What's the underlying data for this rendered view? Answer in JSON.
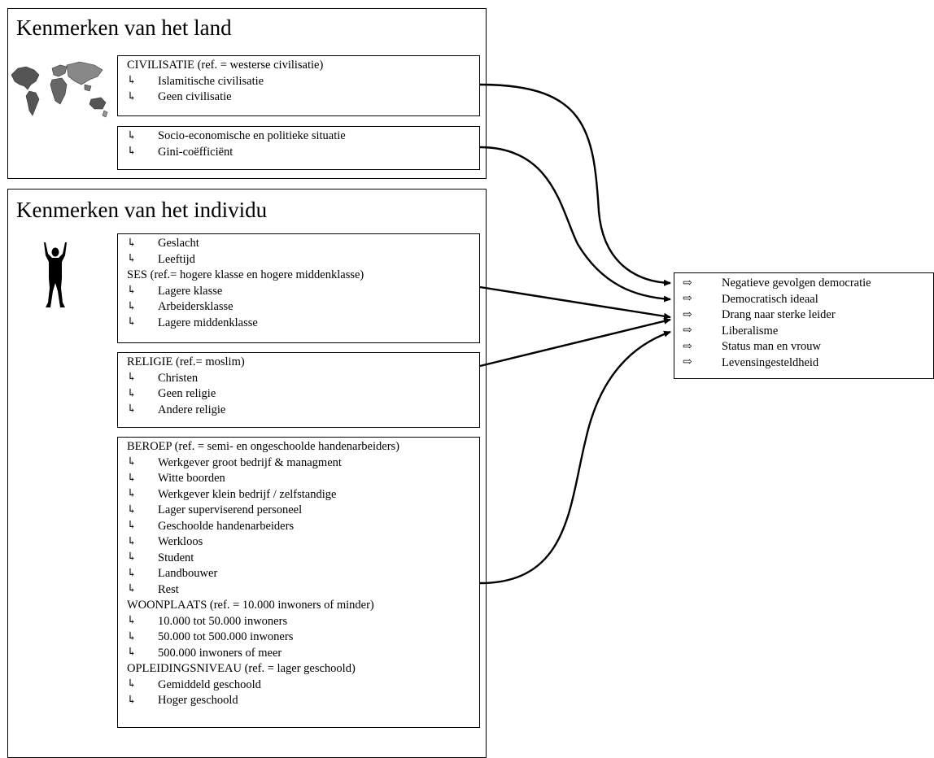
{
  "bullet_icon": "hook-arrow-icon",
  "outcome_icon": "hollow-right-arrow-icon",
  "land": {
    "title": "Kenmerken van het land",
    "civilisatie": {
      "header": "CIVILISATIE (ref. = westerse civilisatie)",
      "items": [
        "Islamitische civilisatie",
        "Geen civilisatie"
      ]
    },
    "socio": {
      "items": [
        "Socio-economische en politieke situatie",
        "Gini-coëfficiënt"
      ]
    }
  },
  "individu": {
    "title": "Kenmerken van het individu",
    "ses_box": {
      "items_top": [
        "Geslacht",
        "Leeftijd"
      ],
      "ses_header": "SES (ref.= hogere klasse en hogere middenklasse)",
      "ses_items": [
        "Lagere klasse",
        "Arbeidersklasse",
        "Lagere middenklasse"
      ]
    },
    "religie": {
      "header": "RELIGIE (ref.= moslim)",
      "items": [
        "Christen",
        "Geen religie",
        "Andere religie"
      ]
    },
    "beroep_box": {
      "beroep_header": "BEROEP (ref. = semi- en ongeschoolde handenarbeiders)",
      "beroep_items": [
        "Werkgever groot bedrijf & managment",
        "Witte boorden",
        "Werkgever klein bedrijf / zelfstandige",
        "Lager superviserend personeel",
        "Geschoolde handenarbeiders",
        "Werkloos",
        "Student",
        "Landbouwer",
        "Rest"
      ],
      "woonplaats_header": "WOONPLAATS (ref. = 10.000 inwoners of minder)",
      "woonplaats_items": [
        "10.000 tot 50.000 inwoners",
        "50.000 tot 500.000 inwoners",
        "500.000 inwoners of meer"
      ],
      "opleiding_header": "OPLEIDINGSNIVEAU (ref. = lager geschoold)",
      "opleiding_items": [
        "Gemiddeld geschoold",
        "Hoger geschoold"
      ]
    }
  },
  "outcomes": {
    "items": [
      "Negatieve gevolgen democratie",
      "Democratisch ideaal",
      "Drang naar sterke leider",
      "Liberalisme",
      "Status man en vrouw",
      "Levensingesteldheid"
    ]
  }
}
